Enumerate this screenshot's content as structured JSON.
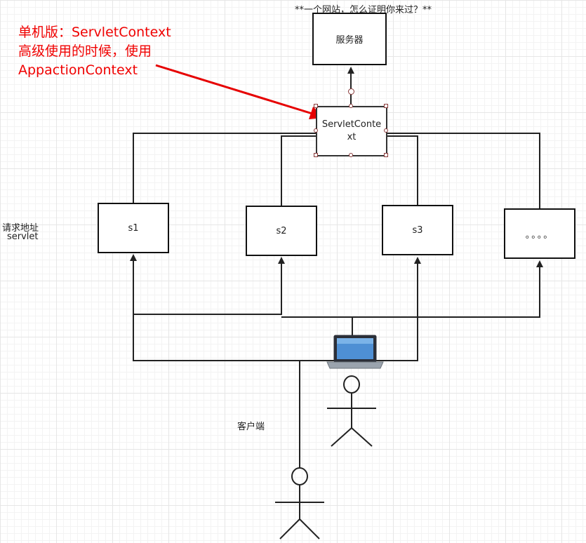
{
  "title": "**一个网站，怎么证明你来过？**",
  "annotation": {
    "lines": [
      "单机版：ServletContext",
      "高级使用的时候，使用",
      "AppactionContext"
    ],
    "color": "#f00000"
  },
  "nodes": {
    "server": "服务器",
    "servlet_context_line1": "ServletConte",
    "servlet_context_line2": "xt",
    "s1": "s1",
    "s2": "s2",
    "s3": "s3",
    "more": "。。。。"
  },
  "labels": {
    "request_address": "请求地址",
    "servlet": "servlet",
    "client": "客户端"
  },
  "icons": [
    "laptop-icon",
    "person-icon",
    "crosshair-cursor-icon"
  ]
}
